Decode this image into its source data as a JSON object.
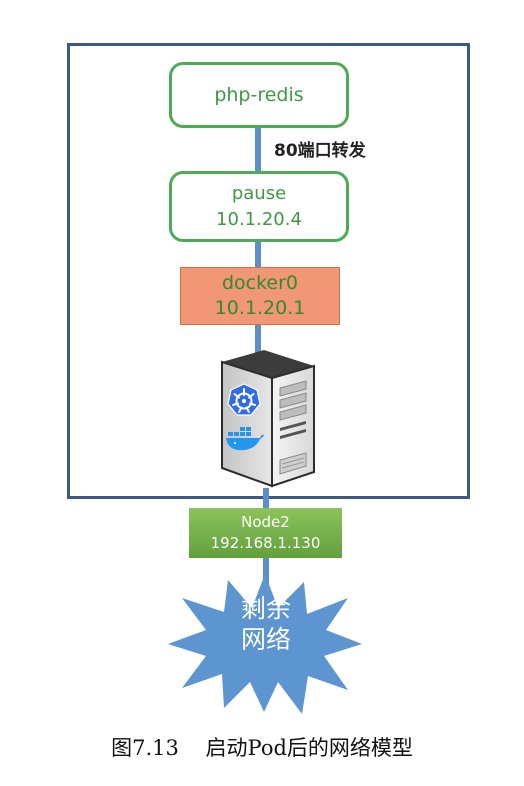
{
  "pod": {
    "container_label": "php-redis",
    "port_forward_label": "80端口转发",
    "pause_label": "pause",
    "pause_ip": "10.1.20.4"
  },
  "bridge": {
    "name": "docker0",
    "ip": "10.1.20.1"
  },
  "node": {
    "name": "Node2",
    "ip": "192.168.1.130"
  },
  "network": {
    "line1": "剩余",
    "line2": "网络"
  },
  "caption": {
    "figure_number": "图7.13",
    "title": "启动Pod后的网络模型"
  },
  "colors": {
    "frame": "#3a5a85",
    "wire": "#5b8fc9",
    "pod_border": "#4faa55",
    "bridge_fill": "#f29775",
    "node_fill": "#74b048",
    "star_fill": "#5c95cf"
  },
  "icons": [
    "server-icon",
    "kubernetes-icon",
    "docker-icon"
  ]
}
